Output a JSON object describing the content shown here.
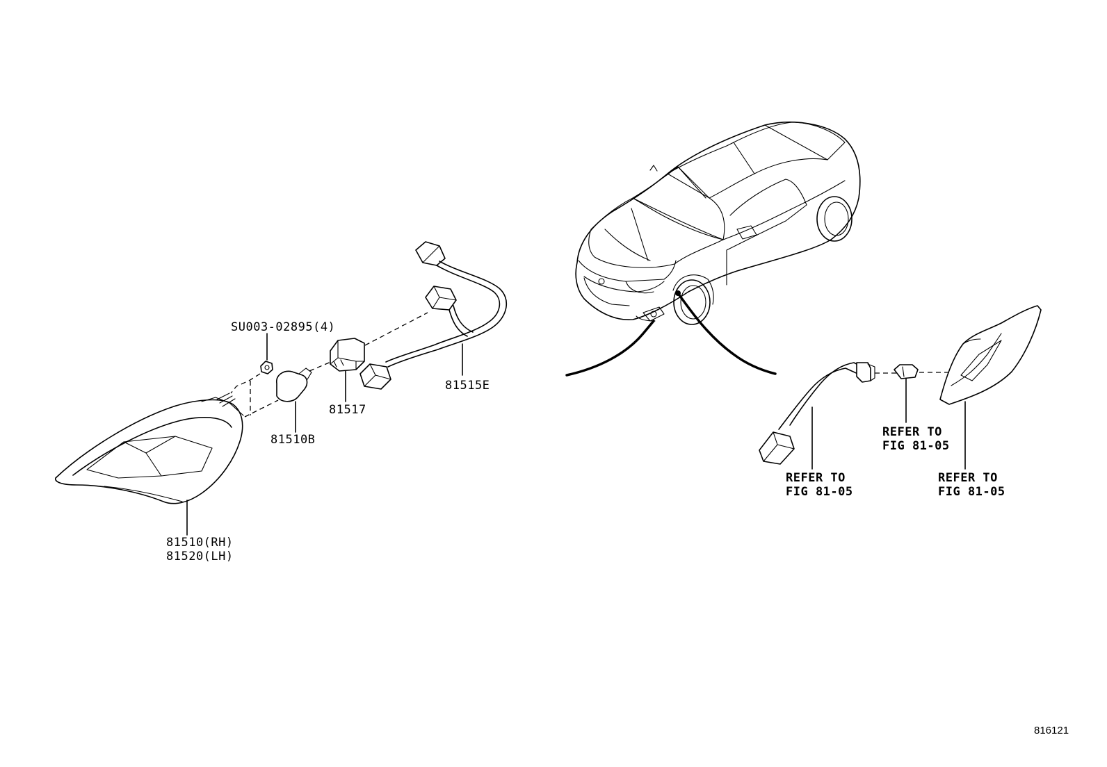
{
  "diagram": {
    "figure_number": "816121",
    "callouts": {
      "nut": "SU003-02895(4)",
      "bulb": "81510B",
      "socket": "81517",
      "wire": "81515E",
      "lamp_rh": "81510(RH)",
      "lamp_lh": "81520(LH)",
      "refer_socket_line1": "REFER TO",
      "refer_socket_line2": "FIG 81-05",
      "refer_bulb_line1": "REFER TO",
      "refer_bulb_line2": "FIG 81-05",
      "refer_lamp_line1": "REFER TO",
      "refer_lamp_line2": "FIG 81-05"
    }
  }
}
